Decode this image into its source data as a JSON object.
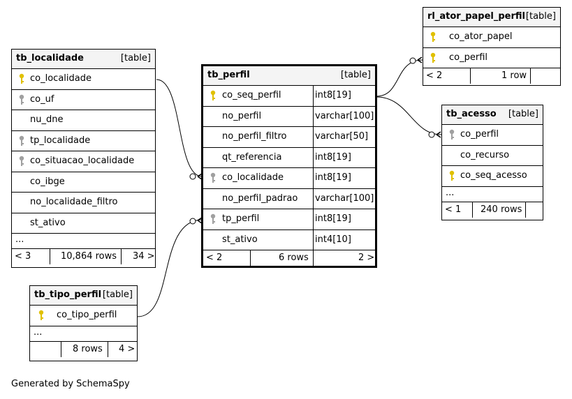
{
  "footer": "Generated by SchemaSpy",
  "tb_perfil": {
    "name": "tb_perfil",
    "kind": "[table]",
    "columns": [
      {
        "name": "co_seq_perfil",
        "type": "int8[19]",
        "key": "pk"
      },
      {
        "name": "no_perfil",
        "type": "varchar[100]",
        "key": "none"
      },
      {
        "name": "no_perfil_filtro",
        "type": "varchar[50]",
        "key": "none"
      },
      {
        "name": "qt_referencia",
        "type": "int8[19]",
        "key": "none"
      },
      {
        "name": "co_localidade",
        "type": "int8[19]",
        "key": "fk"
      },
      {
        "name": "no_perfil_padrao",
        "type": "varchar[100]",
        "key": "none"
      },
      {
        "name": "tp_perfil",
        "type": "int8[19]",
        "key": "fk"
      },
      {
        "name": "st_ativo",
        "type": "int4[10]",
        "key": "none"
      }
    ],
    "footer": {
      "left": "< 2",
      "rows": "6 rows",
      "right": "2 >"
    }
  },
  "tb_localidade": {
    "name": "tb_localidade",
    "kind": "[table]",
    "columns": [
      "co_localidade",
      "co_uf",
      "nu_dne",
      "tp_localidade",
      "co_situacao_localidade",
      "co_ibge",
      "no_localidade_filtro",
      "st_ativo"
    ],
    "more": "...",
    "footer": {
      "left": "< 3",
      "rows": "10,864 rows",
      "right": "34 >"
    }
  },
  "tb_tipo_perfil": {
    "name": "tb_tipo_perfil",
    "kind": "[table]",
    "columns": [
      "co_tipo_perfil"
    ],
    "more": "...",
    "footer": {
      "left": "",
      "rows": "8 rows",
      "right": "4 >"
    }
  },
  "rl_ator_papel_perfil": {
    "name": "rl_ator_papel_perfil",
    "kind": "[table]",
    "columns": [
      "co_ator_papel",
      "co_perfil"
    ],
    "footer": {
      "left": "< 2",
      "rows": "1 row",
      "right": ""
    }
  },
  "tb_acesso": {
    "name": "tb_acesso",
    "kind": "[table]",
    "columns": [
      "co_perfil",
      "co_recurso",
      "co_seq_acesso"
    ],
    "more": "...",
    "footer": {
      "left": "< 1",
      "rows": "240 rows",
      "right": ""
    }
  },
  "colors": {
    "pk_key": "#e0c000",
    "fk_key": "#a0a0a0",
    "header_bg": "#f4f4f4"
  }
}
